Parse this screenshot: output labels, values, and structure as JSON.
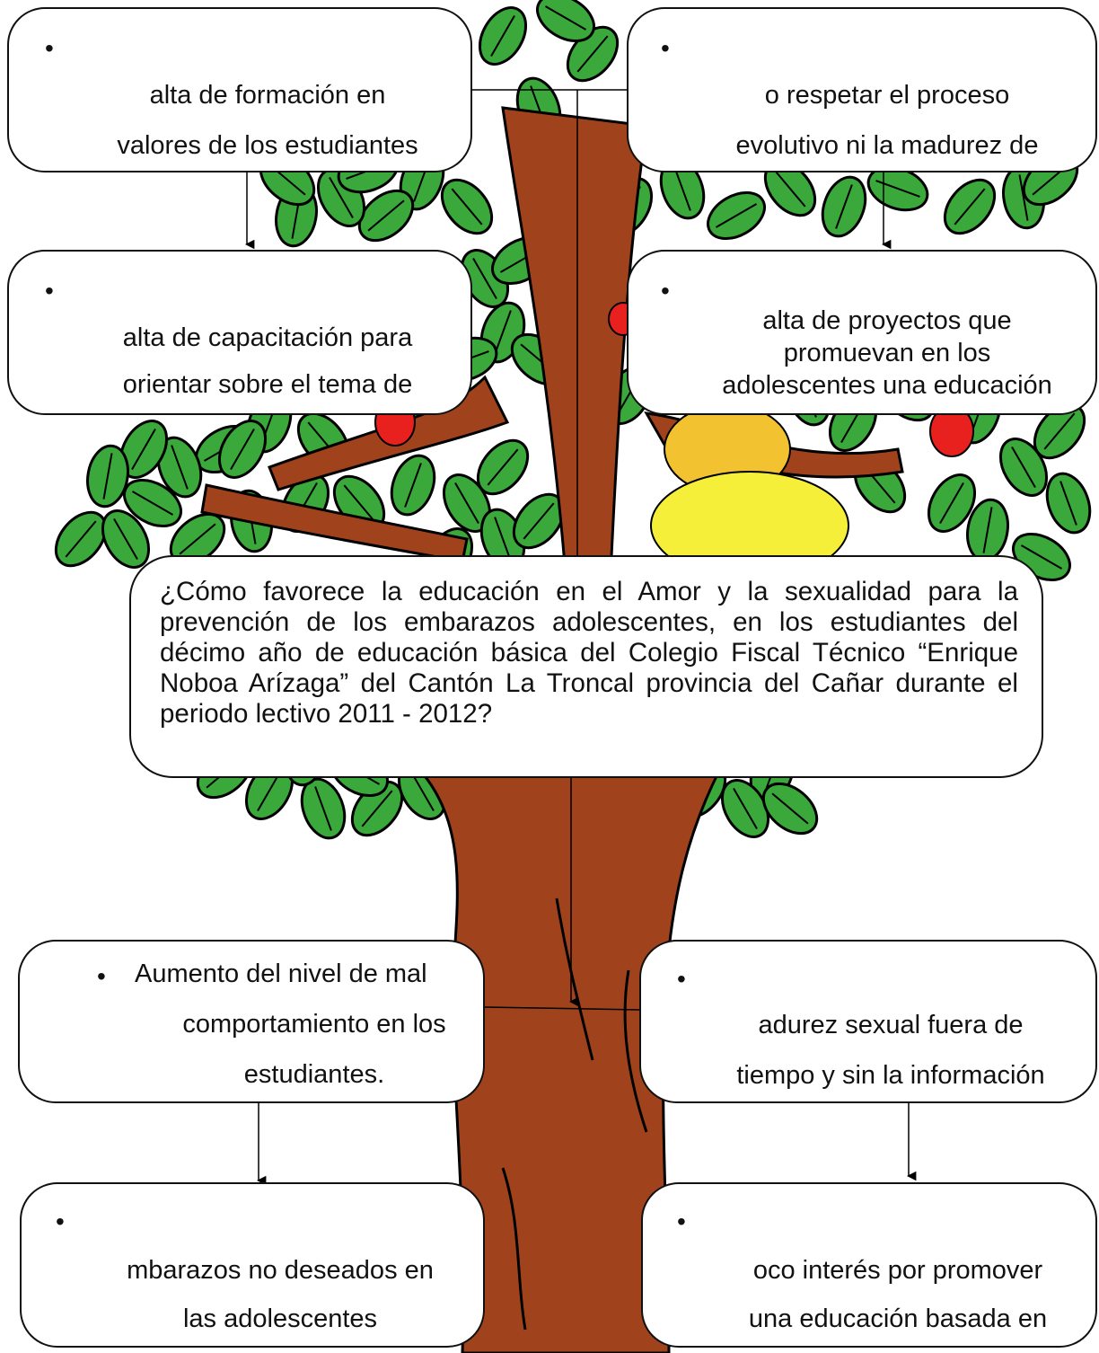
{
  "colors": {
    "trunk": "#a0431c",
    "leaf": "#3aa83a",
    "leaf_outline": "#000000",
    "fruit_red": "#e8201e",
    "fruit_yellow": "#f5ef3a",
    "fruit_orange": "#f2c230",
    "box_border": "#111111"
  },
  "causes": [
    {
      "bullet": "•",
      "lines": [
        "alta de  formación en",
        "valores de los estudiantes"
      ]
    },
    {
      "bullet": "•",
      "lines": [
        "o respetar el proceso",
        "evolutivo ni la madurez de"
      ]
    },
    {
      "bullet": "•",
      "lines": [
        "alta de capacitación para",
        "orientar sobre el tema de"
      ]
    },
    {
      "bullet": "•",
      "lines": [
        "alta de proyectos que",
        "promuevan en los",
        "adolescentes una educación"
      ]
    }
  ],
  "question": "¿Cómo favorece la educación en el Amor y la sexualidad para la prevención de los embarazos adolescentes, en los estudiantes del décimo año de educación básica del Colegio Fiscal Técnico “Enrique Noboa Arízaga” del Cantón La Troncal provincia del Cañar durante el periodo lectivo   2011 - 2012?",
  "effects": [
    {
      "bullet": "•",
      "lines": [
        "Aumento del nivel de mal",
        "comportamiento en los",
        "estudiantes."
      ]
    },
    {
      "bullet": "•",
      "lines": [
        "adurez sexual fuera de",
        "tiempo y sin la información"
      ]
    },
    {
      "bullet": "•",
      "lines": [
        "mbarazos no deseados en",
        "las adolescentes"
      ]
    },
    {
      "bullet": "•",
      "lines": [
        "oco interés por promover",
        "una educación basada en"
      ]
    }
  ]
}
